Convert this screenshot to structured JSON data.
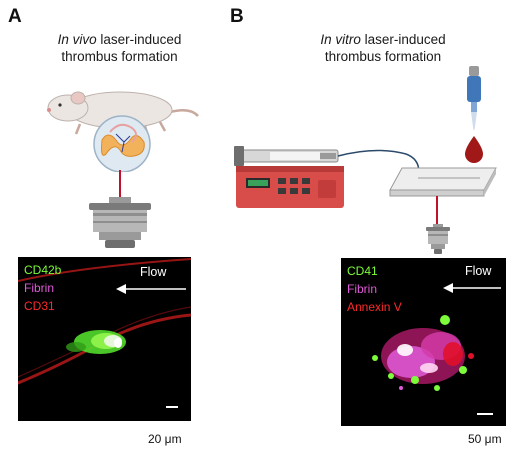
{
  "panel_a": {
    "letter": "A",
    "title_italic": "In vivo",
    "title_rest": " laser-induced",
    "title_line2": "thrombus formation",
    "image": {
      "labels": [
        {
          "text": "CD42b",
          "color": "#7CFC3A"
        },
        {
          "text": "Fibrin",
          "color": "#E05AD8"
        },
        {
          "text": "CD31",
          "color": "#FF2A2A"
        }
      ],
      "flow_label": "Flow"
    },
    "scale_label": "20 μm"
  },
  "panel_b": {
    "letter": "B",
    "title_italic": "In vitro",
    "title_rest": " laser-induced",
    "title_line2": "thrombus formation",
    "image": {
      "labels": [
        {
          "text": "CD41",
          "color": "#7CFC3A"
        },
        {
          "text": "Fibrin",
          "color": "#E05AD8"
        },
        {
          "text": "Annexin V",
          "color": "#FF2A2A"
        }
      ],
      "flow_label": "Flow"
    },
    "scale_label": "50 μm"
  },
  "colors": {
    "laser": "#c0102a",
    "pump_body": "#d84c4a",
    "blood_drop": "#a01818",
    "pipette": "#3f77b8"
  }
}
